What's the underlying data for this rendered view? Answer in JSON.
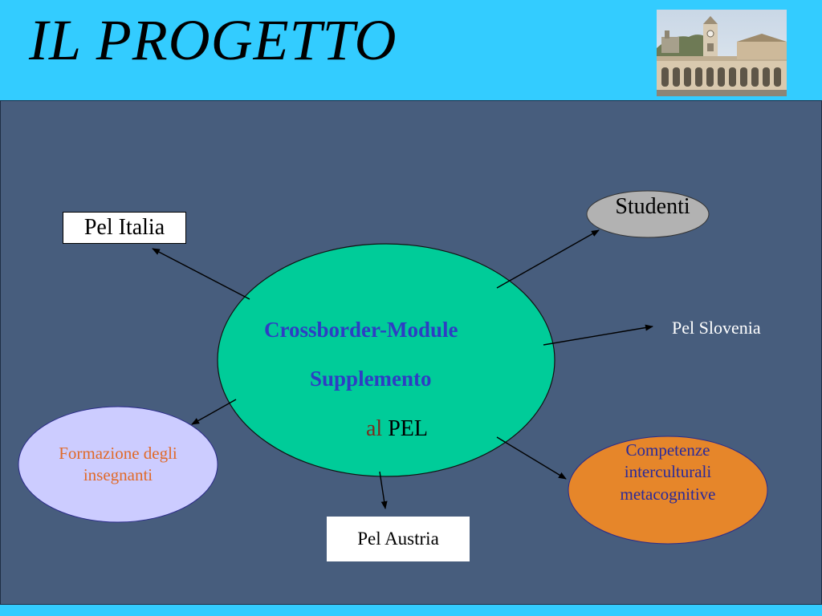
{
  "slide": {
    "title": "IL PROGETTO"
  },
  "photo": {
    "icon": "building-photo"
  },
  "diagram": {
    "center": {
      "line1": "Crossborder-Module",
      "line2": "Supplemento",
      "line3_a": "al",
      "line3_b": "PEL"
    },
    "pel_italia": "Pel Italia",
    "studenti": "Studenti",
    "pel_slovenia": "Pel Slovenia",
    "formazione": {
      "line1": "Formazione degli",
      "line2": "insegnanti"
    },
    "pel_austria": "Pel Austria",
    "competenze": {
      "line1": "Competenze",
      "line2": "interculturali",
      "line3": "metacognitive"
    }
  },
  "colors": {
    "header_bg": "#33CCFF",
    "panel_bg": "#475D7D",
    "center_fill": "#00CC99",
    "center_text": "#2E3DC4",
    "studenti_fill": "#B2B2B2",
    "formazione_fill": "#CCCCFF",
    "formazione_text": "#E06A2A",
    "competenze_fill": "#E6862A",
    "competenze_text": "#2A2A9A"
  }
}
